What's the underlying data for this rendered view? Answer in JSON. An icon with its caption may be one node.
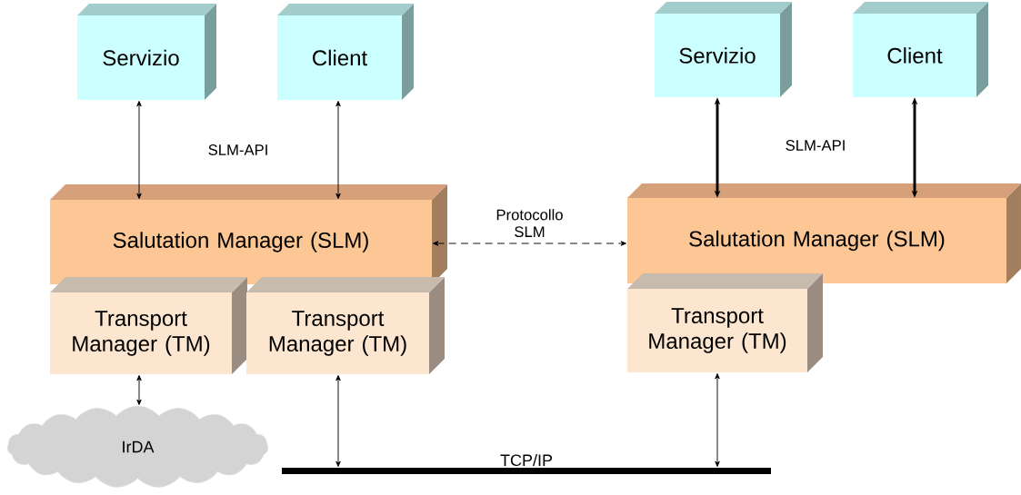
{
  "diagram": {
    "nodes": [
      {
        "text": [
          "Servizio"
        ]
      },
      {
        "text": [
          "Client"
        ]
      },
      {
        "text": [
          "Salutation Manager (SLM)"
        ]
      },
      {
        "text": [
          "Transport Manager (TM)"
        ]
      },
      {
        "text": [
          "Transport Manager (TM)"
        ]
      },
      {
        "text": [
          "IrDA"
        ]
      },
      {
        "text": [
          "TCP/IP"
        ]
      },
      {
        "text": [
          "Servizio"
        ]
      },
      {
        "text": [
          "Client"
        ]
      },
      {
        "text": [
          "Salutation Manager (SLM)"
        ]
      },
      {
        "text": [
          "Transport Manager (TM)"
        ]
      }
    ],
    "edges": [
      {
        "from": 0,
        "to": 2,
        "arrow": "both"
      },
      {
        "from": 1,
        "to": 2,
        "arrow": "both"
      },
      {
        "from": 2,
        "to": 9,
        "arrow": "both",
        "label": "Protocollo SLM",
        "style": "dashed"
      },
      {
        "from": 3,
        "to": 5,
        "arrow": "both"
      },
      {
        "from": 4,
        "to": 6,
        "arrow": "both"
      },
      {
        "from": 7,
        "to": 9,
        "arrow": "both",
        "style": "thick"
      },
      {
        "from": 8,
        "to": 9,
        "arrow": "both",
        "style": "thick"
      },
      {
        "from": 10,
        "to": 6,
        "arrow": "both"
      }
    ],
    "labels": [
      "SLM-API",
      "SLM-API"
    ]
  }
}
